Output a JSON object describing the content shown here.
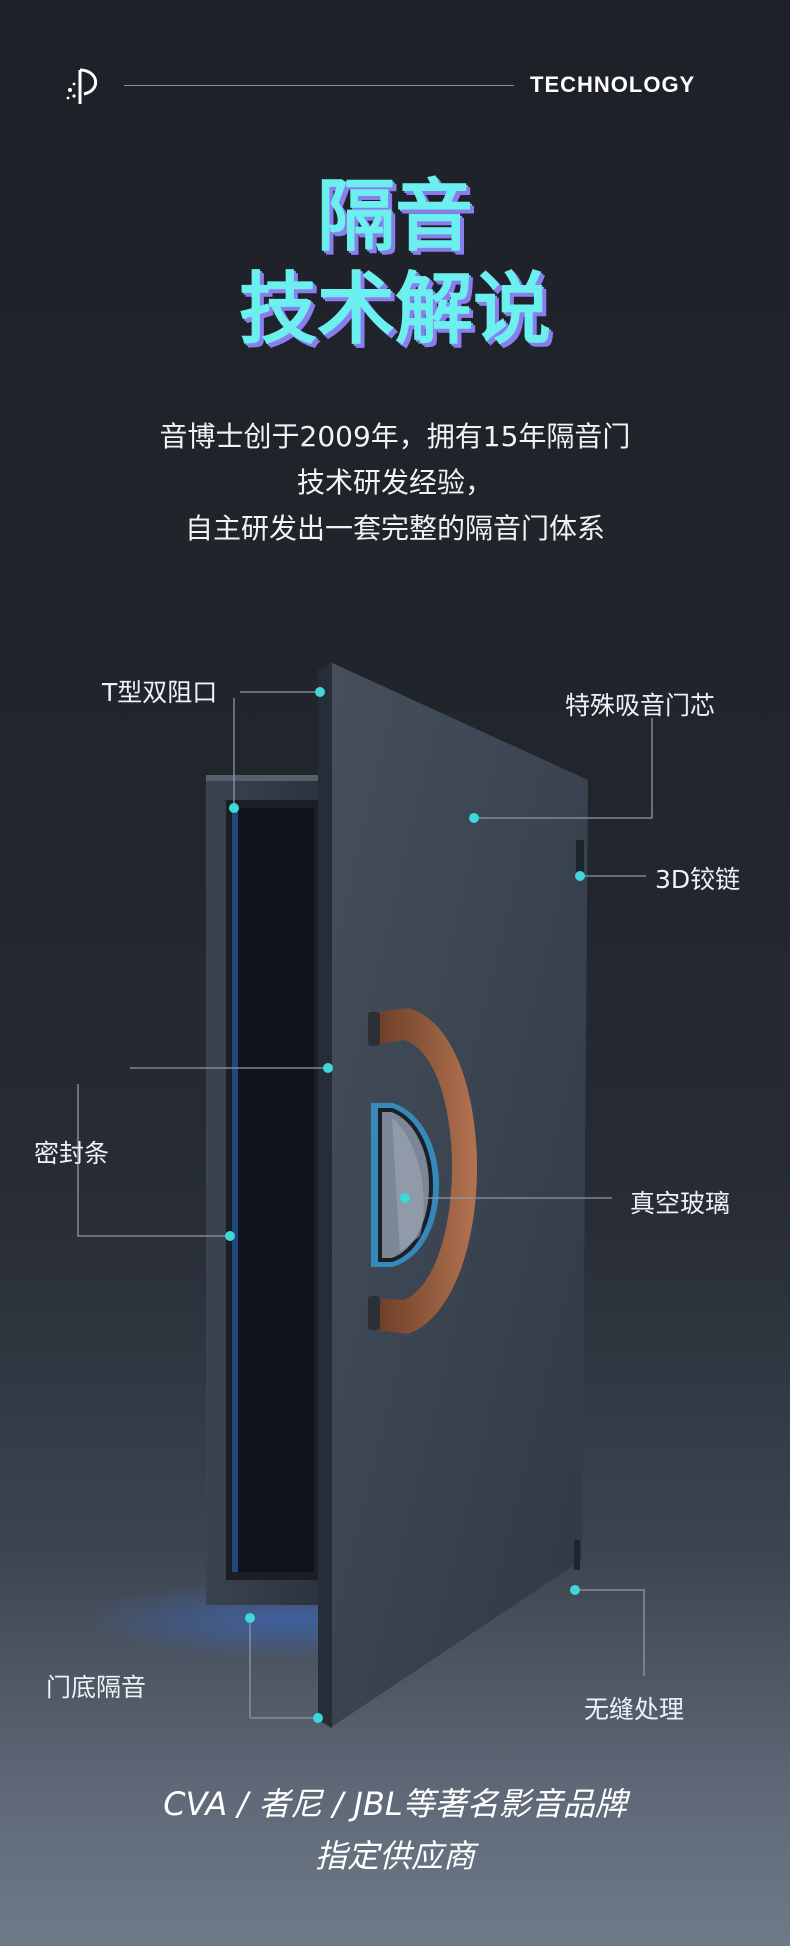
{
  "header": {
    "tag": "TECHNOLOGY",
    "logo_icon": "star-pen-logo-icon"
  },
  "title": {
    "line1": "隔音",
    "line2": "技术解说",
    "fill_color": "#6cf0ef",
    "shadow_color": "#8b7cf0"
  },
  "intro": {
    "line1": "音博士创于2009年，拥有15年隔音门",
    "line2": "技术研发经验，",
    "line3": "自主研发出一套完整的隔音门体系"
  },
  "callouts": {
    "t_seal": "T型双阻口",
    "core": "特殊吸音门芯",
    "hinge": "3D铰链",
    "strip": "密封条",
    "glass": "真空玻璃",
    "bottom": "门底隔音",
    "seamless": "无缝处理"
  },
  "footer": {
    "line1": "CVA / 者尼 / JBL等著名影音品牌",
    "line2": "指定供应商"
  },
  "colors": {
    "dot": "#3fd8d8",
    "handle": "#9b5e3d",
    "glass_glow": "#2fa8ff",
    "door": "#3b4552"
  }
}
